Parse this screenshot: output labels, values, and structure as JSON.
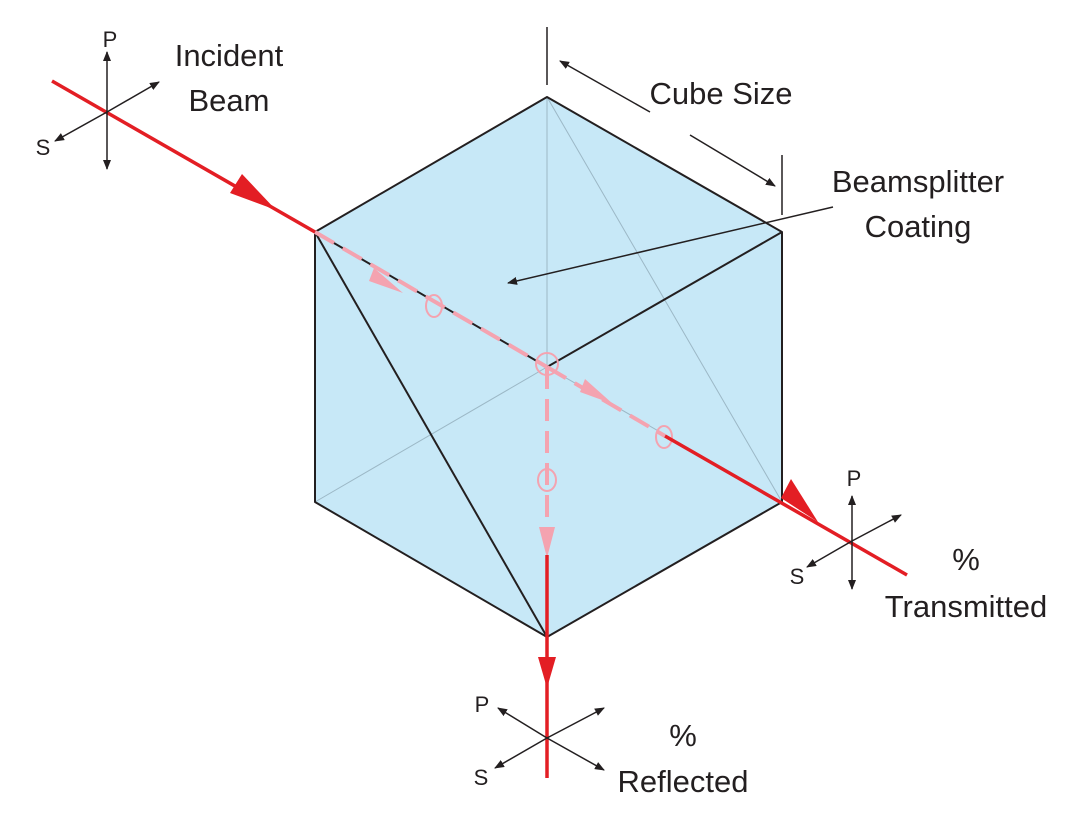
{
  "labels": {
    "incident_line1": "Incident",
    "incident_line2": "Beam",
    "cube_size": "Cube Size",
    "coating_line1": "Beamsplitter",
    "coating_line2": "Coating",
    "transmitted_pct": "%",
    "transmitted_word": "Transmitted",
    "reflected_pct": "%",
    "reflected_word": "Reflected"
  },
  "polarization": {
    "incident": {
      "p": "P",
      "s": "S"
    },
    "transmitted": {
      "p": "P",
      "s": "S"
    },
    "reflected": {
      "p": "P",
      "s": "S"
    }
  },
  "colors": {
    "beam": "#e31e24",
    "beam_inside": "#f4a3b0",
    "cube_fill": "#c7e8f7",
    "outline": "#231f20"
  }
}
